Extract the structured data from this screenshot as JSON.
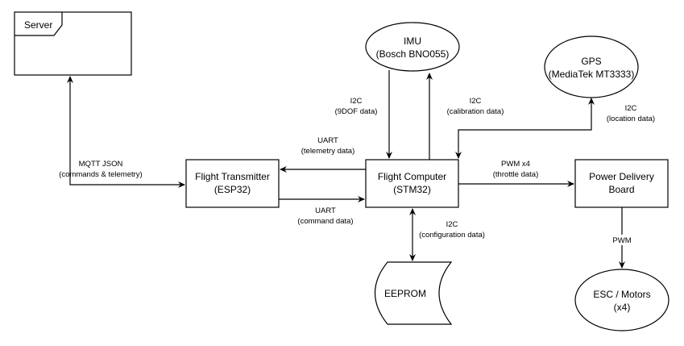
{
  "diagram": {
    "nodes": {
      "server": {
        "title": "Server",
        "shape": "frame"
      },
      "flight_transmitter": {
        "line1": "Flight Transmitter",
        "line2": "(ESP32)",
        "shape": "rectangle"
      },
      "flight_computer": {
        "line1": "Flight Computer",
        "line2": "(STM32)",
        "shape": "rectangle"
      },
      "power_delivery_board": {
        "line1": "Power Delivery",
        "line2": "Board",
        "shape": "rectangle"
      },
      "imu": {
        "line1": "IMU",
        "line2": "(Bosch BNO055)",
        "shape": "ellipse"
      },
      "gps": {
        "line1": "GPS",
        "line2": "(MediaTek MT3333)",
        "shape": "ellipse"
      },
      "esc_motors": {
        "line1": "ESC / Motors",
        "line2": "(x4)",
        "shape": "ellipse"
      },
      "eeprom": {
        "label": "EEPROM",
        "shape": "stored-data"
      }
    },
    "edges": {
      "server_transmitter": {
        "line1": "MQTT JSON",
        "line2": "(commands & telemetry)",
        "from": "Server",
        "to": "Flight Transmitter",
        "direction": "bidirectional"
      },
      "computer_to_transmitter": {
        "line1": "UART",
        "line2": "(telemetry data)",
        "from": "Flight Computer",
        "to": "Flight Transmitter"
      },
      "transmitter_to_computer": {
        "line1": "UART",
        "line2": "(command data)",
        "from": "Flight Transmitter",
        "to": "Flight Computer"
      },
      "imu_to_computer": {
        "line1": "I2C",
        "line2": "(9DOF data)",
        "from": "IMU",
        "to": "Flight Computer"
      },
      "computer_to_imu": {
        "line1": "I2C",
        "line2": "(calibration data)",
        "from": "Flight Computer",
        "to": "IMU"
      },
      "gps_computer": {
        "line1": "I2C",
        "line2": "(location data)",
        "from": "GPS",
        "to": "Flight Computer",
        "direction": "bidirectional"
      },
      "computer_to_power": {
        "line1": "PWM x4",
        "line2": "(throttle data)",
        "from": "Flight Computer",
        "to": "Power Delivery Board"
      },
      "power_to_esc": {
        "line1": "PWM",
        "from": "Power Delivery Board",
        "to": "ESC / Motors"
      },
      "computer_eeprom": {
        "line1": "I2C",
        "line2": "(configuration data)",
        "from": "Flight Computer",
        "to": "EEPROM",
        "direction": "bidirectional"
      }
    }
  }
}
